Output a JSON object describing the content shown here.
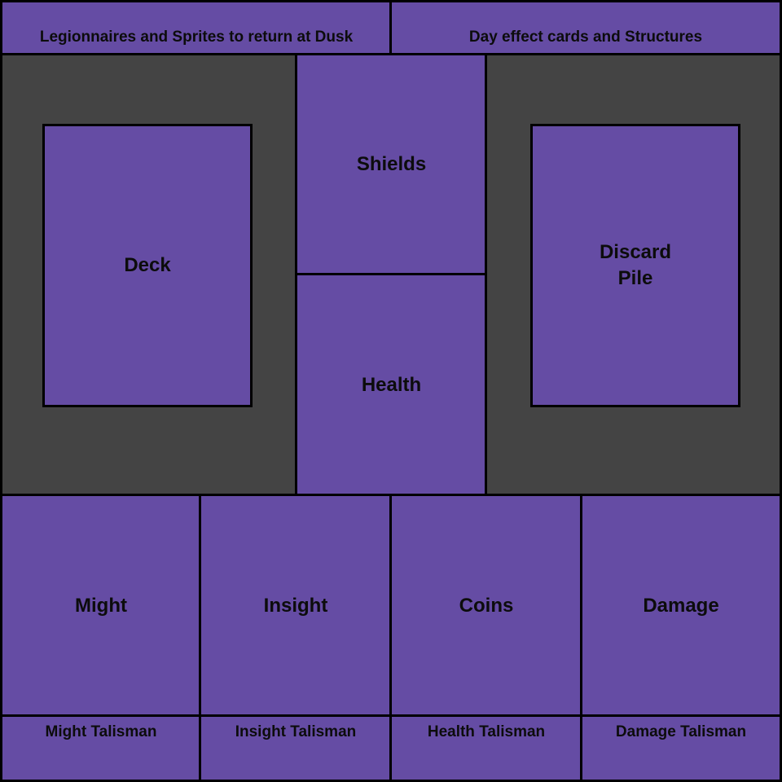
{
  "top": {
    "left_label": "Legionnaires and Sprites to return at Dusk",
    "right_label": "Day effect cards and Structures"
  },
  "center": {
    "deck_label": "Deck",
    "shields_label": "Shields",
    "health_label": "Health",
    "discard_label": "Discard\nPile"
  },
  "resources": {
    "might_label": "Might",
    "insight_label": "Insight",
    "coins_label": "Coins",
    "damage_label": "Damage"
  },
  "talismans": {
    "might_label": "Might Talisman",
    "insight_label": "Insight Talisman",
    "health_label": "Health Talisman",
    "damage_label": "Damage Talisman"
  },
  "colors": {
    "zone_fill": "#654ca4",
    "side_area": "#444444",
    "border": "#000000"
  }
}
